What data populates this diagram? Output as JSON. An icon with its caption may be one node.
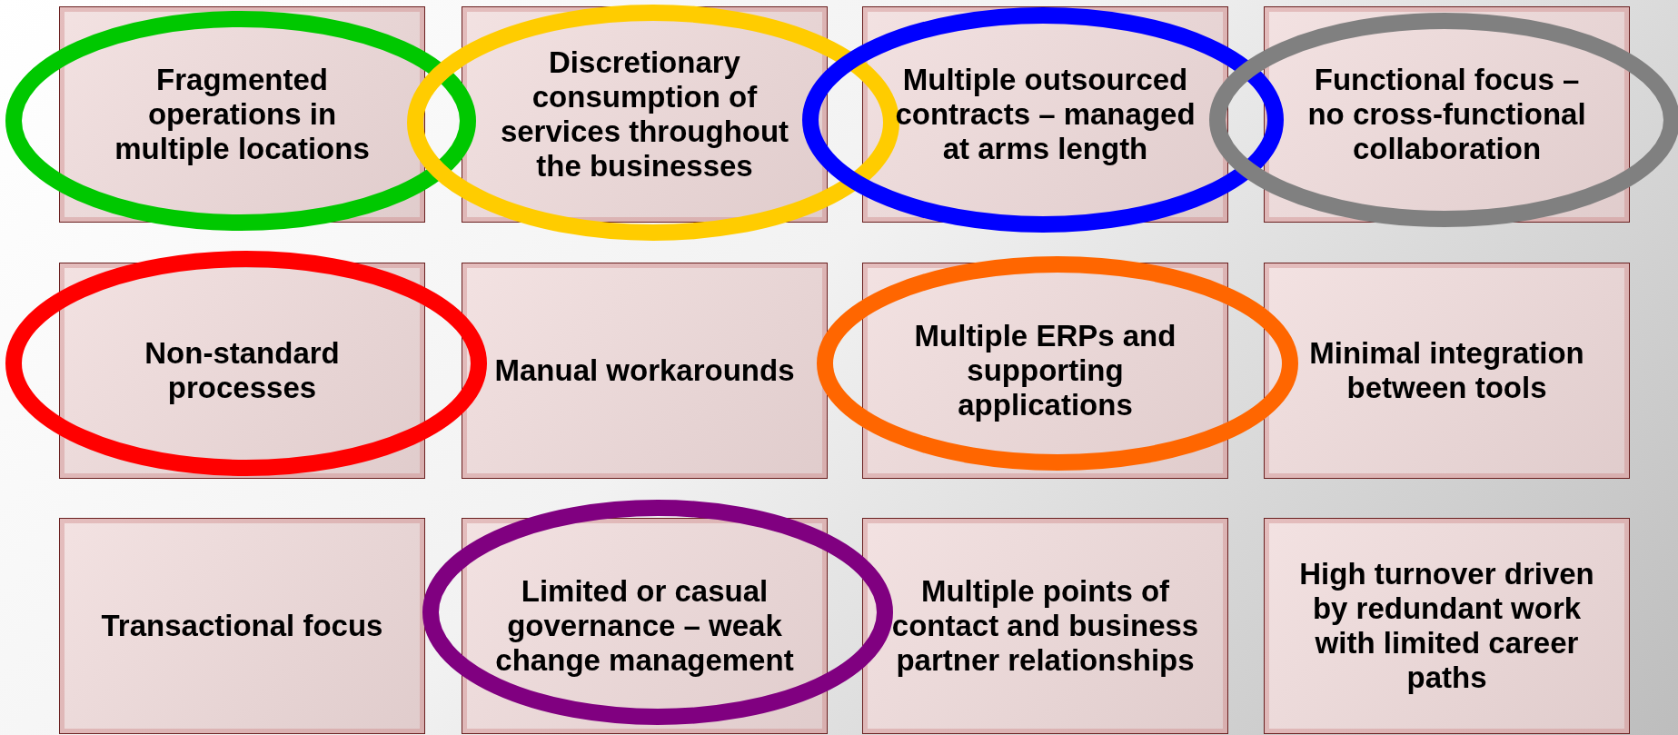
{
  "diagram": {
    "nodes": [
      {
        "text": [
          "Fragmented operations in multiple locations"
        ]
      },
      {
        "text": [
          "Discretionary consumption of services throughout the businesses"
        ]
      },
      {
        "text": [
          "Multiple outsourced contracts – managed at arms length"
        ]
      },
      {
        "text": [
          "Functional focus – no cross-functional collaboration"
        ]
      },
      {
        "text": [
          "Non-standard processes"
        ]
      },
      {
        "text": [
          "Manual workarounds"
        ]
      },
      {
        "text": [
          "Multiple ERPs and supporting applications"
        ]
      },
      {
        "text": [
          "Minimal integration between tools"
        ]
      },
      {
        "text": [
          "Transactional focus"
        ]
      },
      {
        "text": [
          "Limited or casual governance – weak change management"
        ]
      },
      {
        "text": [
          "Multiple points of contact and business partner relationships"
        ]
      },
      {
        "text": [
          "High turnover driven by redundant work with limited career paths"
        ]
      }
    ]
  }
}
